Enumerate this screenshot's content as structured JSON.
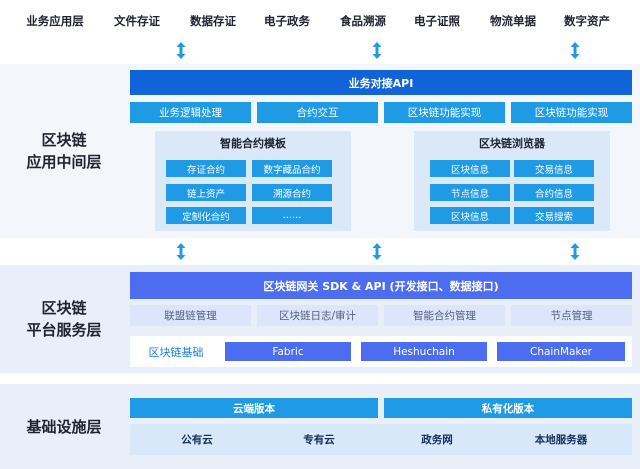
{
  "top_layer": [
    "业务应用层",
    "文件存证",
    "数据存证",
    "电子政务",
    "食品溯源",
    "电子证照",
    "物流单据",
    "数字资产"
  ],
  "middleware": {
    "title_line1": "区块链",
    "title_line2": "应用中间层",
    "api_bar": "业务对接API",
    "row": [
      "业务逻辑处理",
      "合约交互",
      "区块链功能实现",
      "区块链功能实现"
    ],
    "contract_templates": {
      "title": "智能合约模板",
      "items": [
        "存证合约",
        "数字藏品合约",
        "链上资产",
        "溯源合约",
        "定制化合约",
        "……"
      ]
    },
    "browser": {
      "title": "区块链浏览器",
      "items": [
        "区块信息",
        "交易信息",
        "节点信息",
        "合约信息",
        "区块信息",
        "交易搜索"
      ]
    }
  },
  "platform": {
    "title_line1": "区块链",
    "title_line2": "平台服务层",
    "gateway_bar": "区块链网关 SDK & API (开发接口、数据接口)",
    "row": [
      "联盟链管理",
      "区块链日志/审计",
      "智能合约管理",
      "节点管理"
    ],
    "base_label": "区块链基础",
    "frameworks": [
      "Fabric",
      "Heshuchain",
      "ChainMaker"
    ]
  },
  "infrastructure": {
    "title": "基础设施层",
    "editions": [
      "云端版本",
      "私有化版本"
    ],
    "environments": [
      "公有云",
      "专有云",
      "政务网",
      "本地服务器"
    ]
  },
  "colors": {
    "api_bar": "#1164d8",
    "cyan": "#1f9be6",
    "indigo": "#4c6df0",
    "pale": "#dce5fa",
    "group_bg": "#dbe8f8",
    "band_bg": "#f3f6fb",
    "arrow": "#1f9be6"
  }
}
